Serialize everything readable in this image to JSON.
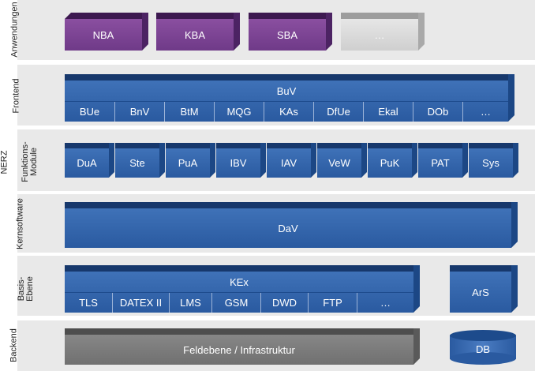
{
  "layers": {
    "anwendungen": "Anwendungen",
    "frontend": "Frontend",
    "nerz": "NERZ",
    "funktions_module": [
      "Funktions-",
      "Module"
    ],
    "kernsoftware": "Kernsoftware",
    "basis_ebene": [
      "Basis-",
      "Ebene"
    ],
    "backend": "Backend"
  },
  "anwendungen": [
    "NBA",
    "KBA",
    "SBA",
    "…"
  ],
  "frontend": {
    "title": "BuV",
    "cells": [
      "BUe",
      "BnV",
      "BtM",
      "MQG",
      "KAs",
      "DfUe",
      "Ekal",
      "DOb",
      "…"
    ]
  },
  "funktions_module": [
    "DuA",
    "Ste",
    "PuA",
    "IBV",
    "IAV",
    "VeW",
    "PuK",
    "PAT",
    "Sys"
  ],
  "kernsoftware": "DaV",
  "basis": {
    "title": "KEx",
    "cells": [
      "TLS",
      "DATEX II",
      "LMS",
      "GSM",
      "DWD",
      "FTP",
      "…"
    ],
    "ars": "ArS"
  },
  "backend": {
    "feldebene": "Feldebene / Infrastruktur",
    "db": "DB"
  },
  "colors": {
    "blue": "#2f62a8",
    "purple": "#7a4294",
    "grey": "#d9d9d9",
    "dark_grey": "#7b7b7b",
    "band": "#e9e9e9"
  }
}
